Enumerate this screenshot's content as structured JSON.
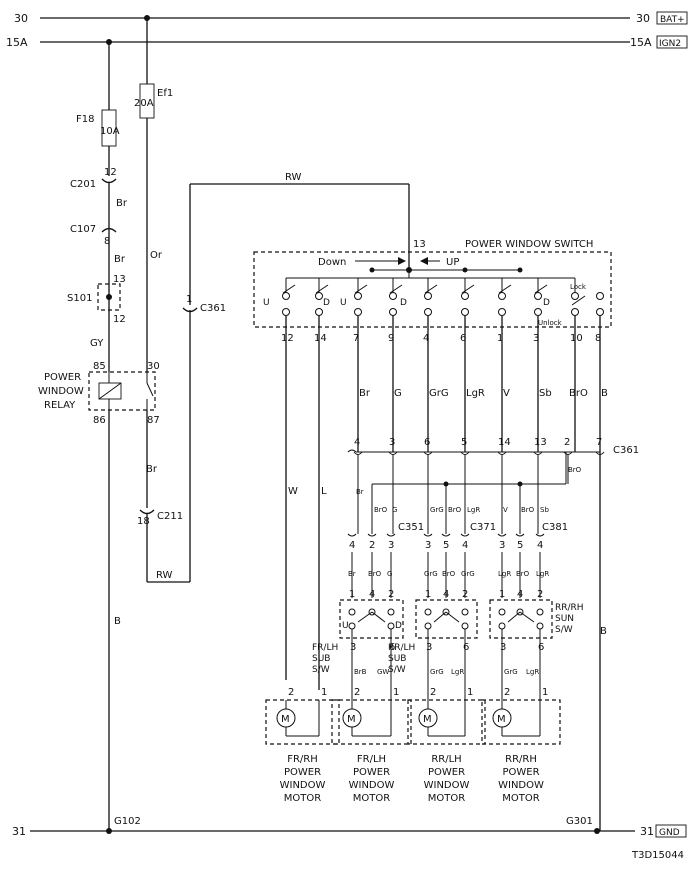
{
  "rails": {
    "bat_left": "30",
    "bat_right": "30",
    "bat_tag": "BAT+",
    "ign_left": "15A",
    "ign_right": "15A",
    "ign_tag": "IGN2",
    "gnd_left": "31",
    "gnd_right": "31",
    "gnd_tag": "GND"
  },
  "fuses": {
    "f18_name": "F18",
    "f18_rating": "10A",
    "ef1_name": "Ef1",
    "ef1_rating": "20A"
  },
  "connectors": {
    "c201": "C201",
    "c201_pin": "12",
    "c107": "C107",
    "c107_pin": "8",
    "s101": "S101",
    "s101_top": "13",
    "s101_bottom": "12",
    "c361": "C361",
    "c361_pin": "1",
    "c211": "C211",
    "c211_pin": "18",
    "c361_bus": "C361",
    "c351": "C351",
    "c371": "C371",
    "c381": "C381"
  },
  "relay": {
    "label_1": "POWER",
    "label_2": "WINDOW",
    "label_3": "RELAY",
    "pin_85": "85",
    "pin_86": "86",
    "pin_30": "30",
    "pin_87": "87"
  },
  "wires": {
    "br_1": "Br",
    "br_2": "Br",
    "or": "Or",
    "gy": "GY",
    "rw_top": "RW",
    "rw_bottom": "RW",
    "br_relay": "Br",
    "b_left": "B",
    "b_right": "B"
  },
  "switch": {
    "title": "POWER WINDOW SWITCH",
    "pin_13": "13",
    "down": "Down",
    "up": "UP",
    "lock": "Lock",
    "unlock": "Unlock",
    "pins": [
      "12",
      "14",
      "7",
      "9",
      "4",
      "6",
      "1",
      "3",
      "10",
      "8"
    ],
    "u": "U",
    "d": "D"
  },
  "switch_wires": [
    "W",
    "L",
    "Br",
    "G",
    "GrG",
    "LgR",
    "V",
    "Sb",
    "BrO",
    "B"
  ],
  "c361_pins": [
    "4",
    "3",
    "6",
    "5",
    "14",
    "13",
    "2",
    "7"
  ],
  "bus": {
    "bro": "BrO",
    "br": "Br",
    "bro_g": "BrO",
    "g": "G",
    "grg": "GrG",
    "bro_2": "BrO",
    "lgr": "LgR",
    "v": "V",
    "bro_3": "BrO",
    "sb": "Sb"
  },
  "sub_conn": {
    "fl": [
      "4",
      "2",
      "3"
    ],
    "rl": [
      "3",
      "5",
      "4"
    ],
    "rr": [
      "3",
      "5",
      "4"
    ]
  },
  "sub_wires": {
    "fl": [
      "Br",
      "BrO",
      "G"
    ],
    "rl": [
      "GrG",
      "BrO",
      "GrG"
    ],
    "rr": [
      "LgR",
      "BrO",
      "LgR"
    ]
  },
  "sub_switches": {
    "fl": {
      "label": [
        "FR/LH",
        "SUB",
        "S/W"
      ],
      "pins_top": [
        "1",
        "4",
        "2"
      ],
      "pins_bottom": [
        "3",
        "6"
      ],
      "wires": [
        "BrB",
        "GW"
      ]
    },
    "rl": {
      "label": [
        "RR/LH",
        "SUB",
        "S/W"
      ],
      "pins_top": [
        "1",
        "4",
        "2"
      ],
      "pins_bottom": [
        "3",
        "6"
      ],
      "wires": [
        "GrG",
        "LgR"
      ]
    },
    "rr": {
      "label": [
        "RR/RH",
        "SUN",
        "S/W"
      ],
      "pins_top": [
        "1",
        "4",
        "2"
      ],
      "pins_bottom": [
        "3",
        "6"
      ],
      "wires": [
        "GrG",
        "LgR"
      ]
    }
  },
  "motors": [
    {
      "pins": [
        "2",
        "1"
      ],
      "label": [
        "FR/RH",
        "POWER",
        "WINDOW",
        "MOTOR"
      ]
    },
    {
      "pins": [
        "2",
        "1"
      ],
      "label": [
        "FR/LH",
        "POWER",
        "WINDOW",
        "MOTOR"
      ]
    },
    {
      "pins": [
        "2",
        "1"
      ],
      "label": [
        "RR/LH",
        "POWER",
        "WINDOW",
        "MOTOR"
      ]
    },
    {
      "pins": [
        "2",
        "1"
      ],
      "label": [
        "RR/RH",
        "POWER",
        "WINDOW",
        "MOTOR"
      ]
    }
  ],
  "motor_symbol": "M",
  "grounds": {
    "g102": "G102",
    "g301": "G301"
  },
  "doc_id": "T3D15044"
}
